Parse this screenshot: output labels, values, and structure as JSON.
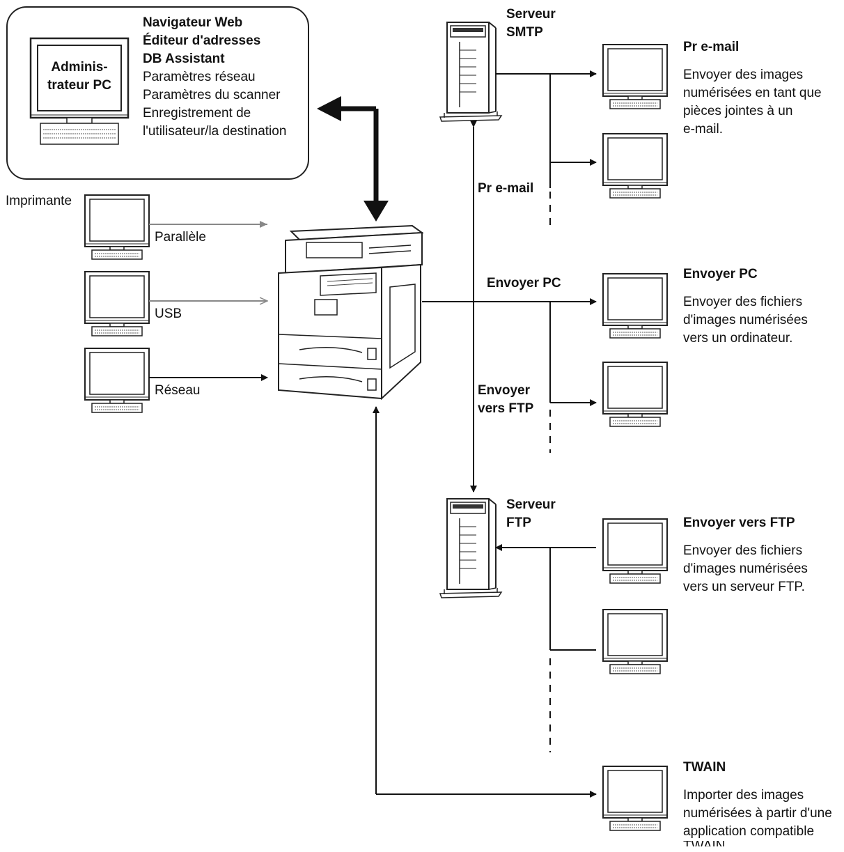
{
  "admin": {
    "pc_label_line1": "Adminis-",
    "pc_label_line2": "trateur PC",
    "tools_bold": [
      "Navigateur Web",
      "Éditeur d'adresses",
      "DB Assistant"
    ],
    "tools": [
      "Paramètres réseau",
      "Paramètres du scanner",
      "Enregistrement de",
      "l'utilisateur/la destination"
    ]
  },
  "printers": {
    "title": "Imprimante",
    "parallel": "Parallèle",
    "usb": "USB",
    "network": "Réseau"
  },
  "smtp_server": {
    "line1": "Serveur",
    "line2": "SMTP"
  },
  "ftp_server": {
    "line1": "Serveur",
    "line2": "FTP"
  },
  "links": {
    "email": "Pr e-mail",
    "send_pc": "Envoyer PC",
    "send_ftp_line1": "Envoyer",
    "send_ftp_line2": "vers FTP"
  },
  "descriptions": {
    "email": {
      "title": "Pr e-mail",
      "lines": [
        "Envoyer des images",
        "numérisées en tant que",
        "pièces jointes à un",
        "e-mail."
      ]
    },
    "send_pc": {
      "title": "Envoyer PC",
      "lines": [
        "Envoyer des fichiers",
        "d'images numérisées",
        "vers un ordinateur."
      ]
    },
    "send_ftp": {
      "title": "Envoyer vers FTP",
      "lines": [
        "Envoyer des fichiers",
        "d'images numérisées",
        "vers un serveur FTP."
      ]
    },
    "twain": {
      "title": "TWAIN",
      "lines": [
        "Importer des images",
        "numérisées à partir d'une",
        "application compatible",
        "TWAIN."
      ]
    }
  }
}
